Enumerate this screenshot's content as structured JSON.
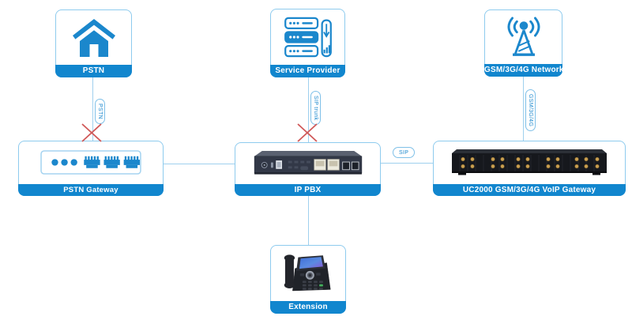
{
  "colors": {
    "brand_blue": "#1186ce",
    "icon_blue": "#1b87cc",
    "card_border": "#8ecbee",
    "connector_line": "#9fd0ee",
    "pill_border": "#7fc0e8",
    "pill_text": "#1a87cd",
    "blocked_cross": "#d05858",
    "label_text": "#ffffff"
  },
  "nodes": {
    "pstn": {
      "label": "PSTN",
      "icon": "house-icon"
    },
    "service_provider": {
      "label": "Service Provider",
      "icon": "server-stack-icon"
    },
    "gsm_network": {
      "label": "GSM/3G/4G Network",
      "icon": "antenna-tower-icon"
    },
    "pstn_gateway": {
      "label": "PSTN Gateway",
      "icon": "fxo-ports-icon"
    },
    "ip_pbx": {
      "label": "IP PBX",
      "icon": "ippbx-device-image"
    },
    "uc2000_gateway": {
      "label": "UC2000 GSM/3G/4G VoIP Gateway",
      "icon": "rack-gateway-device-image"
    },
    "extension": {
      "label": "Extension",
      "icon": "ip-phone-image"
    }
  },
  "links": {
    "pstn_to_gateway": {
      "label": "PSTN",
      "blocked": true
    },
    "provider_to_pbx": {
      "label": "SIP trunk",
      "blocked": true
    },
    "gsm_to_uc2000": {
      "label": "GSM/3G/4G",
      "blocked": false
    },
    "pbx_to_uc2000": {
      "label": "SIP",
      "blocked": false
    },
    "gateway_to_pbx": {
      "label": "",
      "blocked": false
    },
    "pbx_to_extension": {
      "label": "",
      "blocked": false
    }
  }
}
